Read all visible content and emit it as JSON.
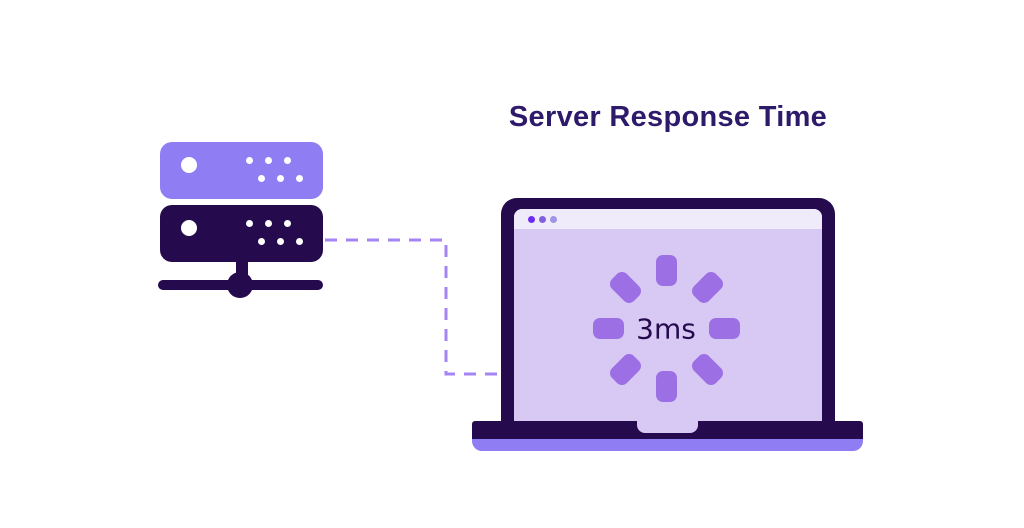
{
  "title": {
    "text": "Server Response Time"
  },
  "laptop": {
    "response_time": "3ms",
    "browser_dot_count": 3
  },
  "icons": {
    "server_rack": "server-rack-icon",
    "server_drive": "drive-ring-icon",
    "server_leds": "led-dots-icon",
    "network_hub": "network-hub-icon",
    "connector": "dashed-connection-line",
    "laptop": "laptop-icon",
    "window_controls": "browser-window-dots-icon",
    "loading_spinner": "loading-spinner-icon"
  },
  "colors": {
    "purple_light": "#8f7df4",
    "navy": "#260a4e",
    "screen": "#d8c9f4",
    "browser_bar": "#efebfa",
    "spinner": "#9c6fe4",
    "dash": "#a585f3",
    "title_color": "#2d1a6a",
    "dot1": "#6c2bf2",
    "dot2": "#7e61db",
    "dot3": "#a094e6",
    "white": "#ffffff"
  }
}
